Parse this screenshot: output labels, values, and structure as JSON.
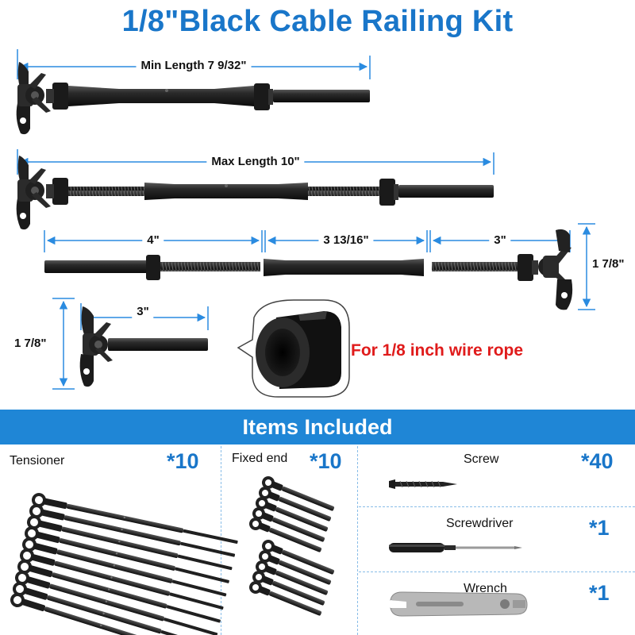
{
  "title": "1/8\"Black Cable Railing Kit",
  "dimensions": {
    "min_length": "Min Length 7 9/32\"",
    "max_length": "Max Length 10\"",
    "part_a": "4\"",
    "part_b": "3 13/16\"",
    "part_c": "3\"",
    "height_right": "1 7/8\"",
    "fixed_length": "3\"",
    "height_left": "1 7/8\""
  },
  "callout": {
    "text": "For 1/8 inch wire rope"
  },
  "banner": {
    "text": "Items Included"
  },
  "items": [
    {
      "name": "Tensioner",
      "count": "*10"
    },
    {
      "name": "Fixed end",
      "count": "*10"
    },
    {
      "name": "Screw",
      "count": "*40"
    },
    {
      "name": "Screwdriver",
      "count": "*1"
    },
    {
      "name": "Wrench",
      "count": "*1"
    }
  ],
  "colors": {
    "title_blue": "#1976c9",
    "banner_blue": "#1f86d6",
    "dimension_blue": "#2a8be0",
    "callout_red": "#e01b1b",
    "metal_black": "#1b1b1b"
  }
}
